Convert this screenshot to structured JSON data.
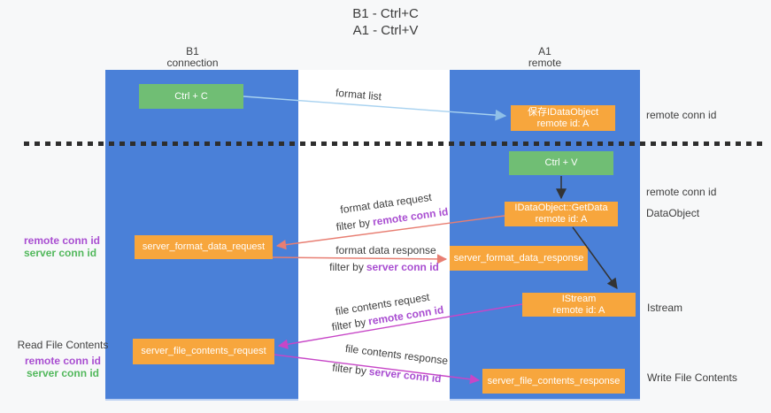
{
  "title": {
    "line1": "B1 - Ctrl+C",
    "line2": "A1 - Ctrl+V"
  },
  "columns": {
    "left": {
      "name": "B1",
      "role": "connection"
    },
    "right": {
      "name": "A1",
      "role": "remote"
    }
  },
  "nodes": {
    "ctrl_c": {
      "label": "Ctrl + C"
    },
    "ctrl_v": {
      "label": "Ctrl + V"
    },
    "save_dataobject": {
      "line1": "保存IDataObject",
      "line2": "remote id: A"
    },
    "getdata": {
      "line1": "IDataObject::GetData",
      "line2": "remote id: A"
    },
    "istream": {
      "line1": "IStream",
      "line2": "remote id: A"
    },
    "server_format_data_request": {
      "label": "server_format_data_request"
    },
    "server_format_data_response": {
      "label": "server_format_data_response"
    },
    "server_file_contents_request": {
      "label": "server_file_contents_request"
    },
    "server_file_contents_response": {
      "label": "server_file_contents_response"
    }
  },
  "arrow_labels": {
    "format_list": "format list",
    "format_data_request": "format data request",
    "format_data_response": "format data response",
    "file_contents_request": "file contents request",
    "file_contents_response": "file contents response",
    "filter_by": "filter by",
    "remote_conn_id": "remote conn id",
    "server_conn_id": "server conn id"
  },
  "side_labels": {
    "remote_conn_id": "remote conn id",
    "server_conn_id": "server conn id",
    "read_file_contents": "Read File Contents",
    "dataobject": "DataObject",
    "istream": "Istream",
    "write_file_contents": "Write File Contents"
  },
  "colors": {
    "column_blue": "#4a80d8",
    "box_green": "#70be74",
    "box_orange": "#f7a63d",
    "arrow_light_blue": "#a8d2f0",
    "arrow_salmon": "#e87e72",
    "arrow_magenta": "#c746c7",
    "arrow_black": "#333333",
    "text_purple": "#a94ed1",
    "text_green": "#52b85c",
    "text_dark": "#3d3d3d",
    "background": "#f7f8f9"
  }
}
